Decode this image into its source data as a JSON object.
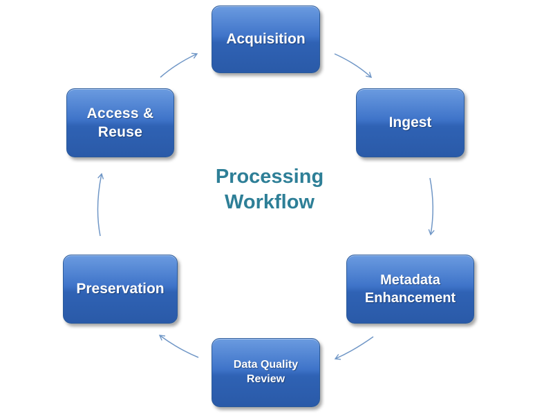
{
  "center_title": "Processing\nWorkflow",
  "nodes": {
    "acquisition": "Acquisition",
    "ingest": "Ingest",
    "metadata": "Metadata\nEnhancement",
    "dqr": "Data Quality\nReview",
    "preservation": "Preservation",
    "access": "Access  &\nReuse"
  },
  "colors": {
    "node_fill": "#3f74c9",
    "node_border": "#2a5a9a",
    "node_text": "#ffffff",
    "title_text": "#2e7f97",
    "arrow": "#6f96c6"
  }
}
